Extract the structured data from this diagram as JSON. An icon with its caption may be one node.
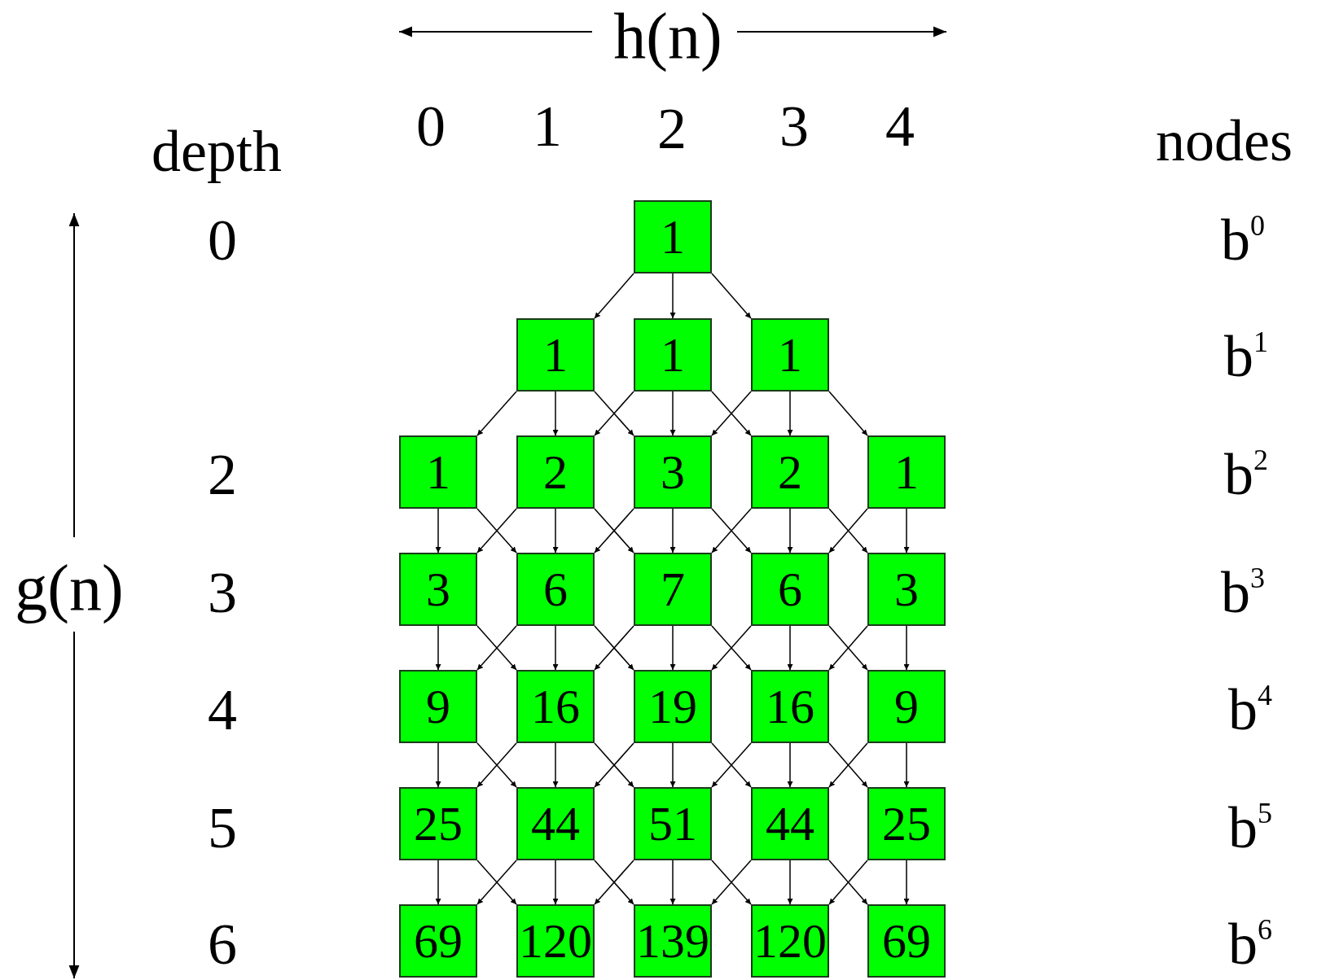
{
  "diagram": {
    "nodes": [
      {
        "text": [
          "1"
        ]
      },
      {
        "text": [
          "1"
        ]
      },
      {
        "text": [
          "1"
        ]
      },
      {
        "text": [
          "1"
        ]
      },
      {
        "text": [
          "1"
        ]
      },
      {
        "text": [
          "2"
        ]
      },
      {
        "text": [
          "3"
        ]
      },
      {
        "text": [
          "2"
        ]
      },
      {
        "text": [
          "1"
        ]
      },
      {
        "text": [
          "3"
        ]
      },
      {
        "text": [
          "6"
        ]
      },
      {
        "text": [
          "7"
        ]
      },
      {
        "text": [
          "6"
        ]
      },
      {
        "text": [
          "3"
        ]
      },
      {
        "text": [
          "9"
        ]
      },
      {
        "text": [
          "16"
        ]
      },
      {
        "text": [
          "19"
        ]
      },
      {
        "text": [
          "16"
        ]
      },
      {
        "text": [
          "9"
        ]
      },
      {
        "text": [
          "25"
        ]
      },
      {
        "text": [
          "44"
        ]
      },
      {
        "text": [
          "51"
        ]
      },
      {
        "text": [
          "44"
        ]
      },
      {
        "text": [
          "25"
        ]
      },
      {
        "text": [
          "69"
        ]
      },
      {
        "text": [
          "120"
        ]
      },
      {
        "text": [
          "139"
        ]
      },
      {
        "text": [
          "120"
        ]
      },
      {
        "text": [
          "69"
        ]
      }
    ],
    "edges": [
      {
        "from": 0,
        "to": 1,
        "arrow": "to"
      },
      {
        "from": 0,
        "to": 2,
        "arrow": "to"
      },
      {
        "from": 0,
        "to": 3,
        "arrow": "to"
      },
      {
        "from": 1,
        "to": 4,
        "arrow": "to"
      },
      {
        "from": 1,
        "to": 5,
        "arrow": "to"
      },
      {
        "from": 1,
        "to": 6,
        "arrow": "to"
      },
      {
        "from": 2,
        "to": 5,
        "arrow": "to"
      },
      {
        "from": 2,
        "to": 6,
        "arrow": "to"
      },
      {
        "from": 2,
        "to": 7,
        "arrow": "to"
      },
      {
        "from": 3,
        "to": 6,
        "arrow": "to"
      },
      {
        "from": 3,
        "to": 7,
        "arrow": "to"
      },
      {
        "from": 3,
        "to": 8,
        "arrow": "to"
      },
      {
        "from": 4,
        "to": 9,
        "arrow": "to"
      },
      {
        "from": 4,
        "to": 10,
        "arrow": "to"
      },
      {
        "from": 5,
        "to": 9,
        "arrow": "to"
      },
      {
        "from": 5,
        "to": 10,
        "arrow": "to"
      },
      {
        "from": 5,
        "to": 11,
        "arrow": "to"
      },
      {
        "from": 6,
        "to": 10,
        "arrow": "to"
      },
      {
        "from": 6,
        "to": 11,
        "arrow": "to"
      },
      {
        "from": 6,
        "to": 12,
        "arrow": "to"
      },
      {
        "from": 7,
        "to": 11,
        "arrow": "to"
      },
      {
        "from": 7,
        "to": 12,
        "arrow": "to"
      },
      {
        "from": 7,
        "to": 13,
        "arrow": "to"
      },
      {
        "from": 8,
        "to": 12,
        "arrow": "to"
      },
      {
        "from": 8,
        "to": 13,
        "arrow": "to"
      },
      {
        "from": 9,
        "to": 14,
        "arrow": "to"
      },
      {
        "from": 9,
        "to": 15,
        "arrow": "to"
      },
      {
        "from": 10,
        "to": 14,
        "arrow": "to"
      },
      {
        "from": 10,
        "to": 15,
        "arrow": "to"
      },
      {
        "from": 10,
        "to": 16,
        "arrow": "to"
      },
      {
        "from": 11,
        "to": 15,
        "arrow": "to"
      },
      {
        "from": 11,
        "to": 16,
        "arrow": "to"
      },
      {
        "from": 11,
        "to": 17,
        "arrow": "to"
      },
      {
        "from": 12,
        "to": 16,
        "arrow": "to"
      },
      {
        "from": 12,
        "to": 17,
        "arrow": "to"
      },
      {
        "from": 12,
        "to": 18,
        "arrow": "to"
      },
      {
        "from": 13,
        "to": 17,
        "arrow": "to"
      },
      {
        "from": 13,
        "to": 18,
        "arrow": "to"
      },
      {
        "from": 14,
        "to": 19,
        "arrow": "to"
      },
      {
        "from": 14,
        "to": 20,
        "arrow": "to"
      },
      {
        "from": 15,
        "to": 19,
        "arrow": "to"
      },
      {
        "from": 15,
        "to": 20,
        "arrow": "to"
      },
      {
        "from": 15,
        "to": 21,
        "arrow": "to"
      },
      {
        "from": 16,
        "to": 20,
        "arrow": "to"
      },
      {
        "from": 16,
        "to": 21,
        "arrow": "to"
      },
      {
        "from": 16,
        "to": 22,
        "arrow": "to"
      },
      {
        "from": 17,
        "to": 21,
        "arrow": "to"
      },
      {
        "from": 17,
        "to": 22,
        "arrow": "to"
      },
      {
        "from": 17,
        "to": 23,
        "arrow": "to"
      },
      {
        "from": 18,
        "to": 22,
        "arrow": "to"
      },
      {
        "from": 18,
        "to": 23,
        "arrow": "to"
      },
      {
        "from": 19,
        "to": 24,
        "arrow": "to"
      },
      {
        "from": 19,
        "to": 25,
        "arrow": "to"
      },
      {
        "from": 20,
        "to": 24,
        "arrow": "to"
      },
      {
        "from": 20,
        "to": 25,
        "arrow": "to"
      },
      {
        "from": 20,
        "to": 26,
        "arrow": "to"
      },
      {
        "from": 21,
        "to": 25,
        "arrow": "to"
      },
      {
        "from": 21,
        "to": 26,
        "arrow": "to"
      },
      {
        "from": 21,
        "to": 27,
        "arrow": "to"
      },
      {
        "from": 22,
        "to": 26,
        "arrow": "to"
      },
      {
        "from": 22,
        "to": 27,
        "arrow": "to"
      },
      {
        "from": 22,
        "to": 28,
        "arrow": "to"
      },
      {
        "from": 23,
        "to": 27,
        "arrow": "to"
      },
      {
        "from": 23,
        "to": 28,
        "arrow": "to"
      }
    ],
    "labels": [
      "h(n)",
      "0",
      "1",
      "2",
      "3",
      "4",
      "depth",
      "nodes",
      "0",
      "b$^{0}$",
      "b$^{1}$",
      "2",
      "b$^{2}$",
      "g(n)",
      "3",
      "b$^{3}$",
      "4",
      "b$^{4}$",
      "5",
      "b$^{5}$",
      "6",
      "b$^{6}$"
    ]
  }
}
